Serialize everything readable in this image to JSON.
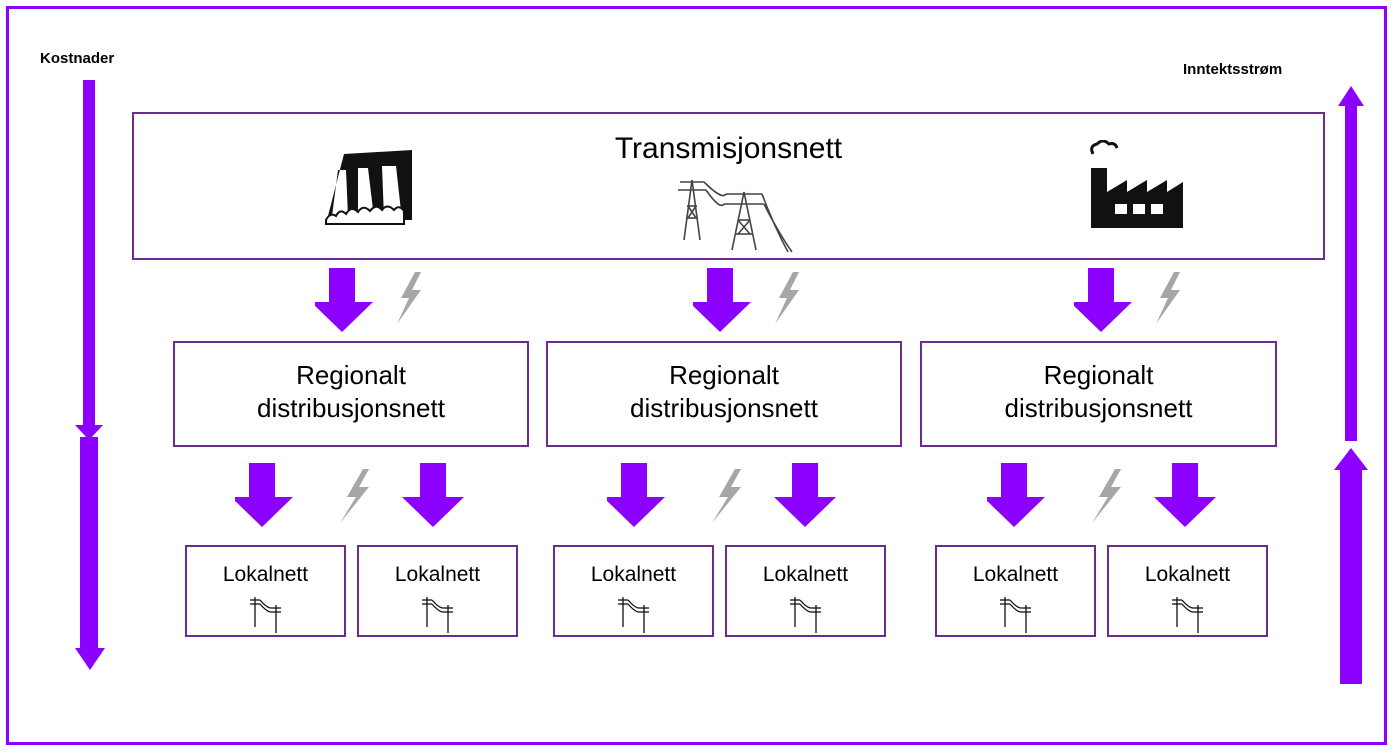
{
  "colors": {
    "accent": "#8B00FF",
    "box_border": "#6B2C91",
    "lightning": "#A6A6A6"
  },
  "left_axis": {
    "label": "Kostnader"
  },
  "right_axis": {
    "label": "Inntektsstrøm"
  },
  "transmission": {
    "title": "Transmisjonsnett",
    "icons": [
      "hydropower-dam-icon",
      "transmission-tower-icon",
      "factory-icon"
    ]
  },
  "regions": [
    {
      "title_line1": "Regionalt",
      "title_line2": "distribusjonsnett",
      "locals": [
        {
          "label": "Lokalnett"
        },
        {
          "label": "Lokalnett"
        }
      ]
    },
    {
      "title_line1": "Regionalt",
      "title_line2": "distribusjonsnett",
      "locals": [
        {
          "label": "Lokalnett"
        },
        {
          "label": "Lokalnett"
        }
      ]
    },
    {
      "title_line1": "Regionalt",
      "title_line2": "distribusjonsnett",
      "locals": [
        {
          "label": "Lokalnett"
        },
        {
          "label": "Lokalnett"
        }
      ]
    }
  ]
}
